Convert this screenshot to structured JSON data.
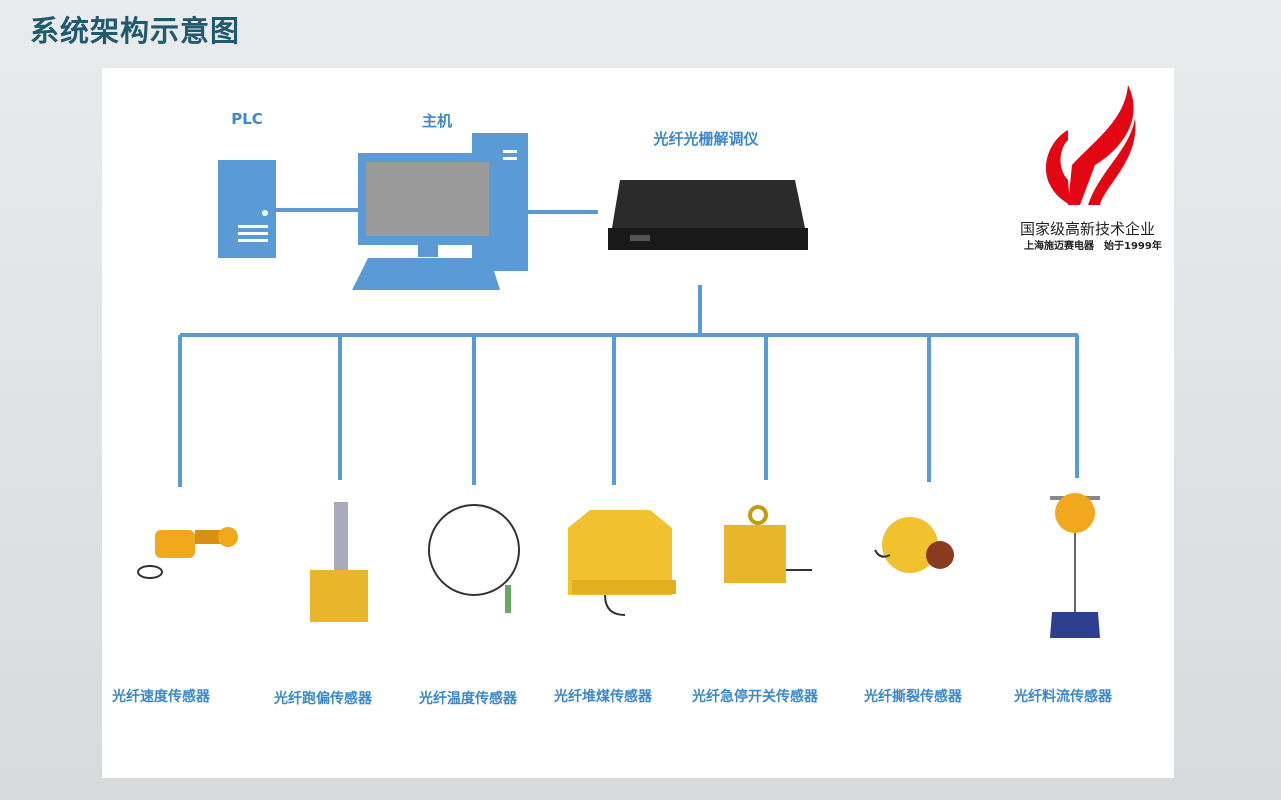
{
  "title": "系统架构示意图",
  "devices": {
    "plc": "PLC",
    "host": "主机",
    "demodulator": "光纤光栅解调仪"
  },
  "logo": {
    "line1": "国家级高新技术企业",
    "line2": "上海施迈赛电器　始于1999年"
  },
  "sensors": [
    {
      "label": "光纤速度传感器"
    },
    {
      "label": "光纤跑偏传感器"
    },
    {
      "label": "光纤温度传感器"
    },
    {
      "label": "光纤堆煤传感器"
    },
    {
      "label": "光纤急停开关传感器"
    },
    {
      "label": "光纤撕裂传感器"
    },
    {
      "label": "光纤料流传感器"
    }
  ],
  "colors": {
    "line": "#5b9bd5",
    "label": "#3d88c8",
    "sensor": "#f2c12e",
    "logo": "#e30613"
  }
}
